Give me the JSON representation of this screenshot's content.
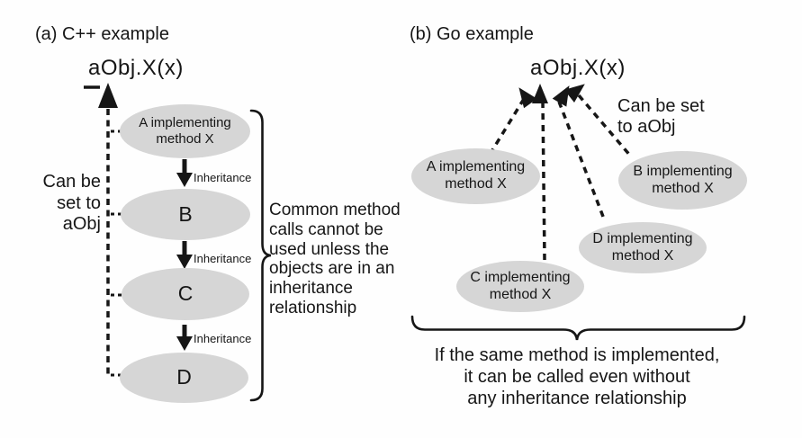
{
  "colors": {
    "ellipse_fill": "#d6d6d6",
    "ink": "#161616"
  },
  "panel_a": {
    "title": "(a) C++ example",
    "call_expression": "aObj.X(x)",
    "side_note": "Can be\nset to\naObj",
    "inheritance_label": "Inheritance",
    "ellipses": [
      {
        "label": "A implementing\nmethod X"
      },
      {
        "label": "B"
      },
      {
        "label": "C"
      },
      {
        "label": "D"
      }
    ],
    "brace_note": "Common method\ncalls cannot be\nused unless the\nobjects are in an\ninheritance\nrelationship"
  },
  "panel_b": {
    "title": "(b) Go example",
    "call_expression": "aObj.X(x)",
    "side_note": "Can be set\nto aObj",
    "ellipses": [
      {
        "label": "A implementing\nmethod X"
      },
      {
        "label": "B implementing\nmethod X"
      },
      {
        "label": "D implementing\nmethod X"
      },
      {
        "label": "C implementing\nmethod X"
      }
    ],
    "brace_note": "If the same method is implemented,\nit can be called even without\nany inheritance relationship"
  }
}
